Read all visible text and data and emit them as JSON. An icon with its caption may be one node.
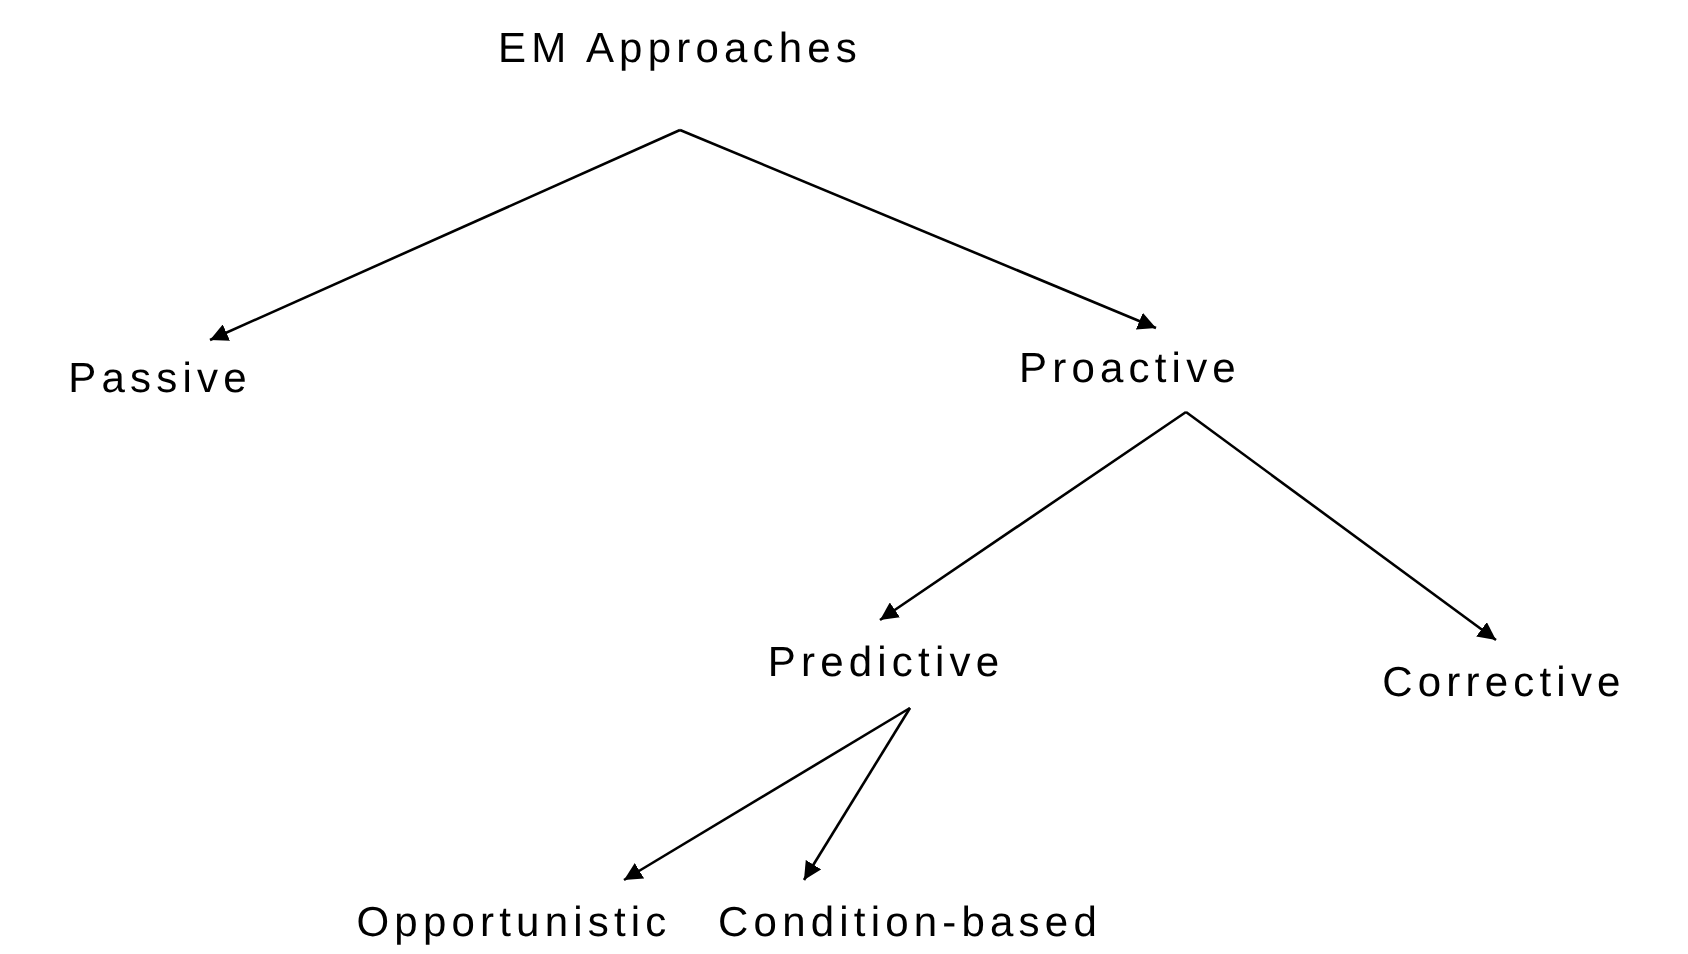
{
  "diagram": {
    "nodes": [
      {
        "text": [
          "EM Approaches"
        ]
      },
      {
        "text": [
          "Passive"
        ]
      },
      {
        "text": [
          "Proactive"
        ]
      },
      {
        "text": [
          "Predictive"
        ]
      },
      {
        "text": [
          "Corrective"
        ]
      },
      {
        "text": [
          "Opportunistic"
        ]
      },
      {
        "text": [
          "Condition-based"
        ]
      }
    ],
    "edges": [
      {
        "from": 0,
        "to": 1,
        "arrow": "to"
      },
      {
        "from": 0,
        "to": 2,
        "arrow": "to"
      },
      {
        "from": 2,
        "to": 3,
        "arrow": "to"
      },
      {
        "from": 2,
        "to": 4,
        "arrow": "to"
      },
      {
        "from": 3,
        "to": 5,
        "arrow": "to"
      },
      {
        "from": 3,
        "to": 6,
        "arrow": "to"
      }
    ]
  }
}
